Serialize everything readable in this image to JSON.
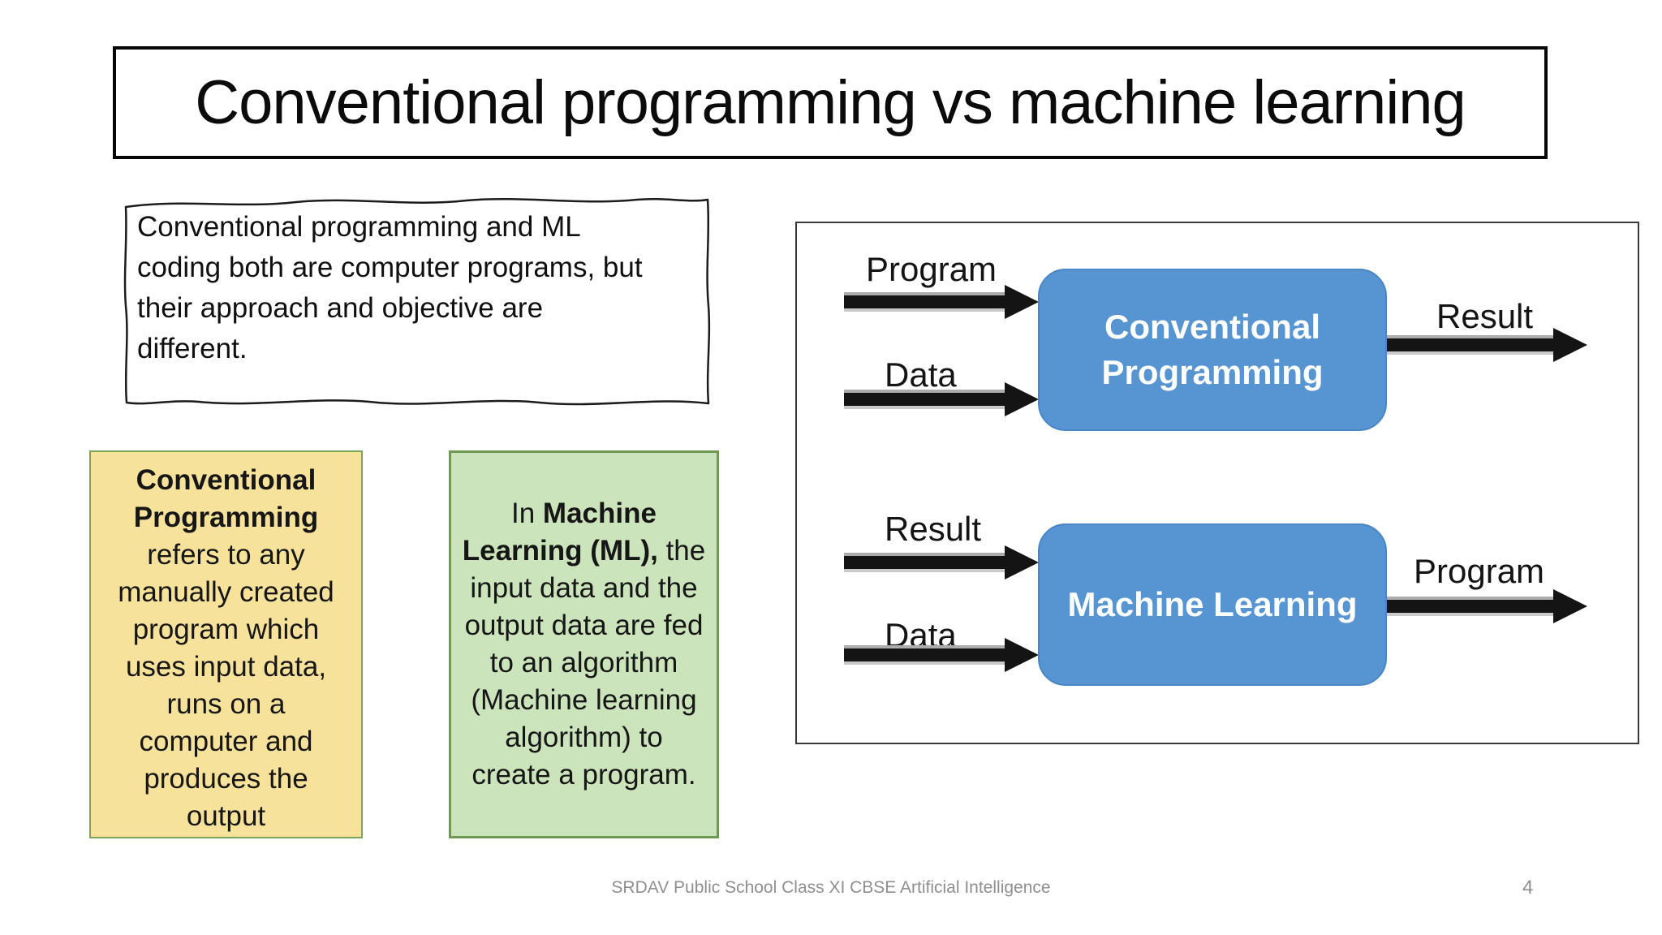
{
  "title": "Conventional programming vs machine learning",
  "note": {
    "text": "Conventional programming and ML\ncoding both are computer programs, but\ntheir approach and objective are\ndifferent."
  },
  "cards": {
    "conventional": {
      "heading": "Conventional\nProgramming",
      "body": "refers to any\nmanually created\nprogram which\nuses input data,\nruns on a\ncomputer and\nproduces the\noutput",
      "fill": "#F7E29B",
      "border": "#7BA558"
    },
    "ml": {
      "segments": [
        {
          "text": "In ",
          "bold": false
        },
        {
          "text": "Machine\nLearning (ML),",
          "bold": true
        },
        {
          "text": " the\ninput data and the\noutput data are fed\nto an algorithm\n(Machine learning\nalgorithm) to\ncreate a program.",
          "bold": false
        }
      ],
      "fill": "#CCE4BB",
      "border": "#6D9A50"
    }
  },
  "diagram": {
    "box_fill": "#5695D2",
    "flows": [
      {
        "inputs": [
          "Program",
          "Data"
        ],
        "box": "Conventional\nProgramming",
        "output": "Result"
      },
      {
        "inputs": [
          "Result",
          "Data"
        ],
        "box": "Machine Learning",
        "output": "Program"
      }
    ]
  },
  "footer": {
    "text": "SRDAV Public School Class XI CBSE Artificial Intelligence",
    "page": "4"
  }
}
